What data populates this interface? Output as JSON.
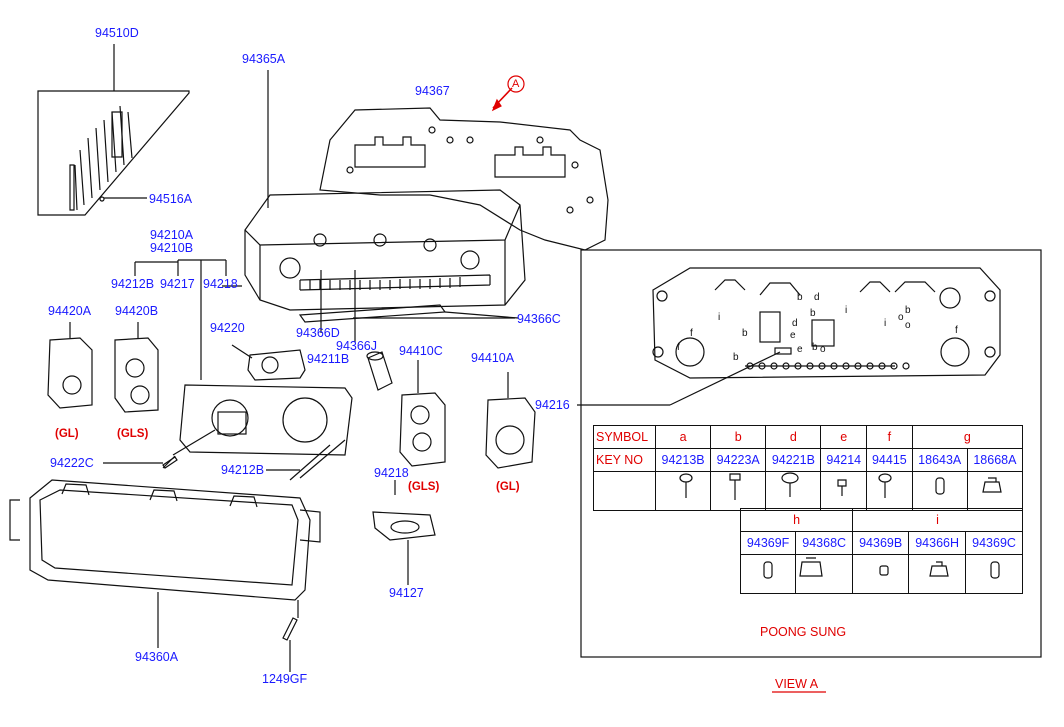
{
  "labels": {
    "p94510D": "94510D",
    "p94516A": "94516A",
    "p94365A": "94365A",
    "p94367": "94367",
    "callout_A": "A",
    "p94210A": "94210A",
    "p94210B": "94210B",
    "p94212B_top": "94212B",
    "p94217": "94217",
    "p94218_top": "94218",
    "p94420A": "94420A",
    "p94420B": "94420B",
    "p94220": "94220",
    "p94366D": "94366D",
    "p94366J": "94366J",
    "p94211B": "94211B",
    "p94410C": "94410C",
    "p94410A": "94410A",
    "p94366C": "94366C",
    "p94216": "94216",
    "p94222C": "94222C",
    "p94212B_bot": "94212B",
    "p94218_bot": "94218",
    "p94127": "94127",
    "p94360A": "94360A",
    "p1249GF": "1249GF"
  },
  "variants": {
    "gl_left": "(GL)",
    "gls_left": "(GLS)",
    "gls_mid": "(GLS)",
    "gl_right": "(GL)"
  },
  "symbol_table": {
    "symbol_header": "SYMBOL",
    "keyno_header": "KEY NO",
    "symbols": [
      "a",
      "b",
      "d",
      "e",
      "f",
      "g"
    ],
    "key_numbers": [
      "94213B",
      "94223A",
      "94221B",
      "94214",
      "94415",
      "18643A",
      "18668A"
    ],
    "symbols_2": [
      "h",
      "i"
    ],
    "key_numbers_2": [
      "94369F",
      "94368C",
      "94369B",
      "94366H",
      "94369C"
    ]
  },
  "view_letters": [
    "i",
    "b",
    "d",
    "i",
    "b",
    "b",
    "b",
    "e",
    "f",
    "f",
    "f",
    "e",
    "i",
    "o",
    "d",
    "b",
    "o",
    "o",
    "b"
  ],
  "footer": {
    "maker": "POONG SUNG",
    "view": "VIEW A"
  },
  "colors": {
    "label": "#1a1aff",
    "accent": "#e00000",
    "line": "#111111"
  }
}
